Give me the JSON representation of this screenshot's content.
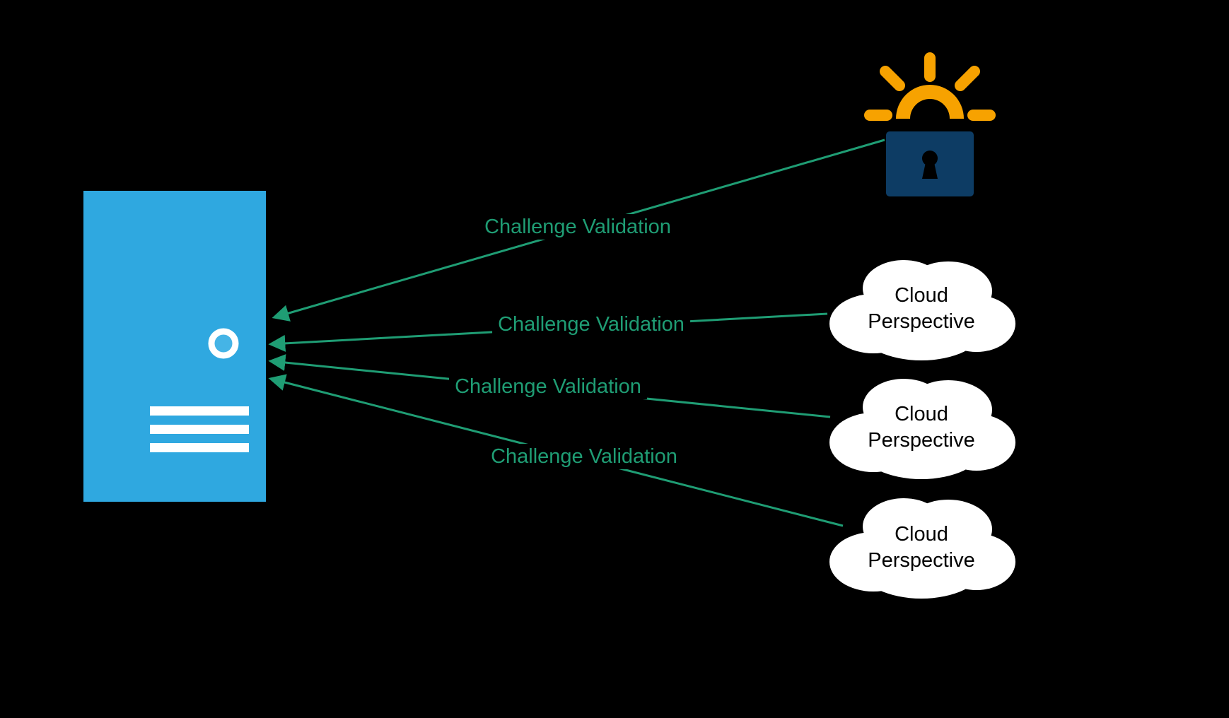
{
  "diagram": {
    "background_color": "#000000",
    "colors": {
      "server_blue": "#2fa8e0",
      "arrow_green": "#1f9d74",
      "lock_navy": "#0d3c64",
      "ray_orange": "#f7a200",
      "cloud_fill": "#ffffff",
      "cloud_text": "#000000"
    },
    "icons": {
      "server": "server-icon",
      "certificate_authority": "sun-padlock-icon",
      "cloud": "cloud-icon"
    },
    "arrows": [
      {
        "label": "Challenge Validation"
      },
      {
        "label": "Challenge Validation"
      },
      {
        "label": "Challenge Validation"
      },
      {
        "label": "Challenge Validation"
      }
    ],
    "clouds": [
      {
        "label": "Cloud Perspective"
      },
      {
        "label": "Cloud Perspective"
      },
      {
        "label": "Cloud Perspective"
      }
    ]
  }
}
